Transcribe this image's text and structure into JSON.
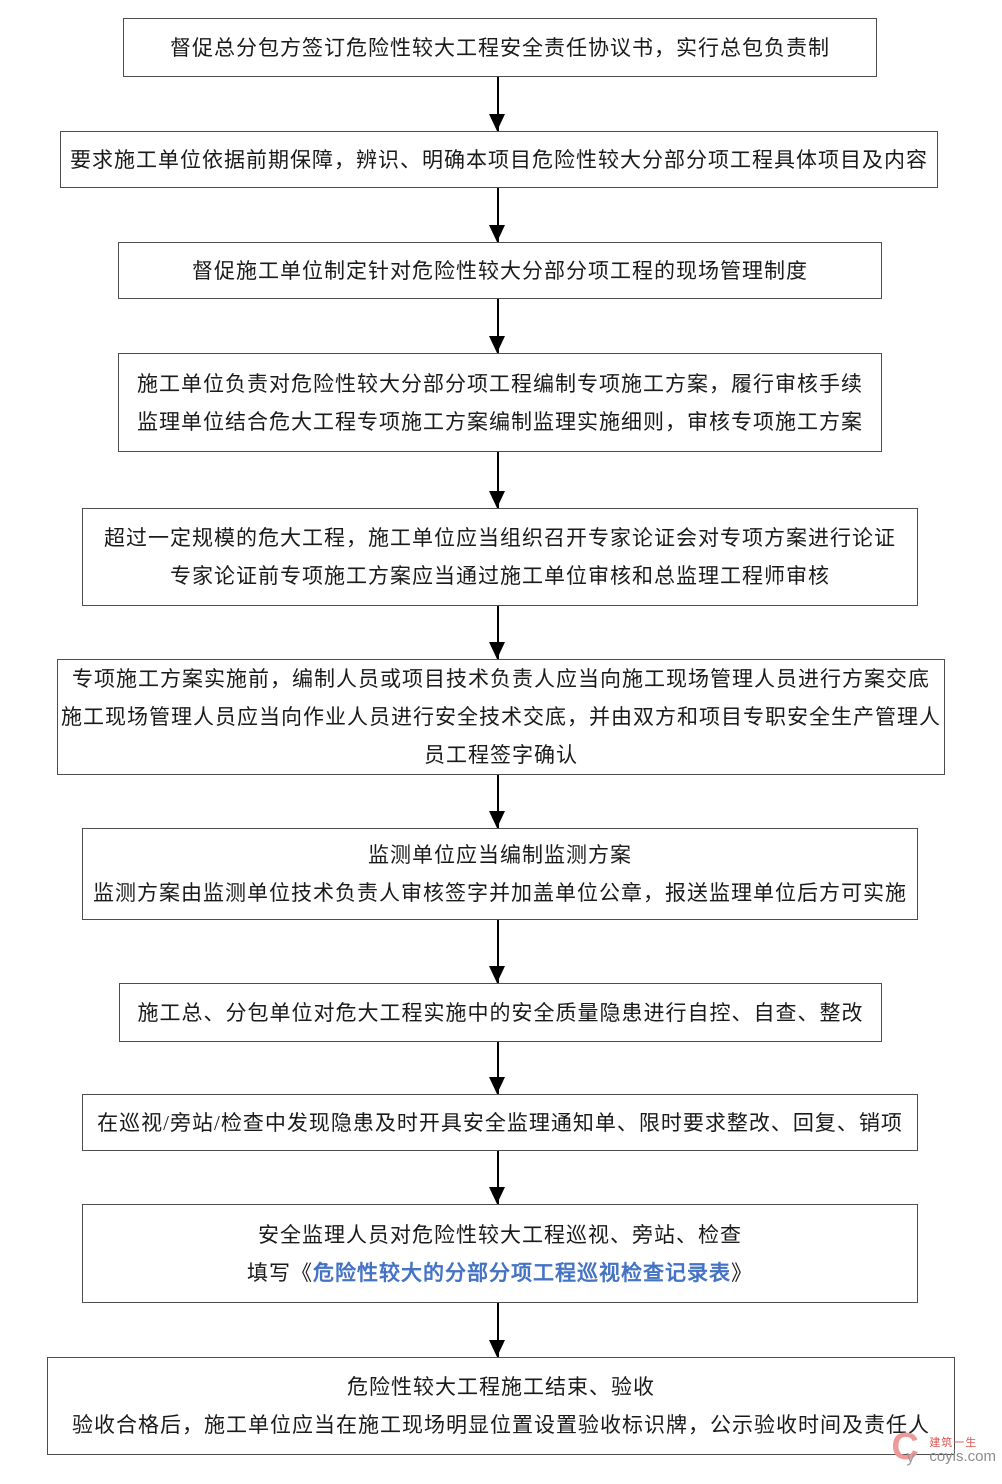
{
  "page": {
    "background": "#ffffff",
    "box_border_color": "#4d4d4d",
    "arrow_color": "#000000",
    "link_color": "#4472c4"
  },
  "flowchart": {
    "boxes": [
      {
        "lines": [
          "督促总分包方签订危险性较大工程安全责任协议书，实行总包负责制"
        ]
      },
      {
        "lines": [
          "要求施工单位依据前期保障，辨识、明确本项目危险性较大分部分项工程具体项目及内容"
        ]
      },
      {
        "lines": [
          "督促施工单位制定针对危险性较大分部分项工程的现场管理制度"
        ]
      },
      {
        "lines": [
          "施工单位负责对危险性较大分部分项工程编制专项施工方案，履行审核手续",
          "监理单位结合危大工程专项施工方案编制监理实施细则，审核专项施工方案"
        ]
      },
      {
        "lines": [
          "超过一定规模的危大工程，施工单位应当组织召开专家论证会对专项方案进行论证",
          "专家论证前专项施工方案应当通过施工单位审核和总监理工程师审核"
        ]
      },
      {
        "lines": [
          "专项施工方案实施前，编制人员或项目技术负责人应当向施工现场管理人员进行方案交底",
          "施工现场管理人员应当向作业人员进行安全技术交底，并由双方和项目专职安全生产管理人",
          "员工程签字确认"
        ]
      },
      {
        "lines": [
          "监测单位应当编制监测方案",
          "监测方案由监测单位技术负责人审核签字并加盖单位公章，报送监理单位后方可实施"
        ]
      },
      {
        "lines": [
          "施工总、分包单位对危大工程实施中的安全质量隐患进行自控、自查、整改"
        ]
      },
      {
        "lines": [
          "在巡视/旁站/检查中发现隐患及时开具安全监理通知单、限时要求整改、回复、销项"
        ]
      },
      {
        "line1": "安全监理人员对危险性较大工程巡视、旁站、检查",
        "line2_prefix": "填写《",
        "link_text": "危险性较大的分部分项工程巡视检查记录表",
        "line2_suffix": "》"
      },
      {
        "lines": [
          "危险性较大工程施工结束、验收",
          "验收合格后，施工单位应当在施工现场明显位置设置验收标识牌，公示验收时间及责任人"
        ]
      }
    ]
  },
  "watermark": {
    "logo_letter": "C",
    "logo_sub": "y",
    "brand": "建筑一生",
    "site": "coyis.com"
  }
}
